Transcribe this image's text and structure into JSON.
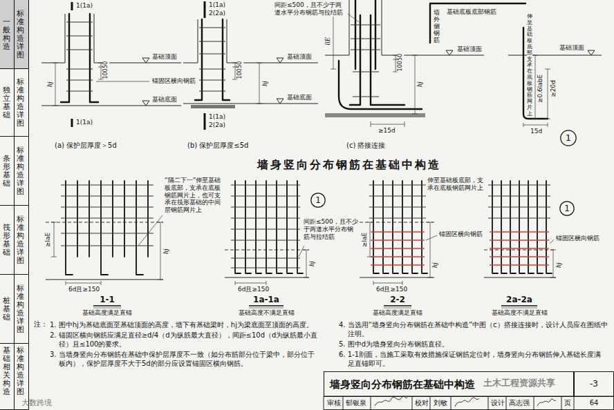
{
  "diagram": {
    "title": "墙身竖向分布钢筋在基础中构造",
    "nodes": [
      {
        "text": [
          "标准构造详图",
          "一般构造"
        ]
      },
      {
        "text": [
          "标准构造详图",
          "独立基础"
        ]
      },
      {
        "text": [
          "标准构造详图",
          "条形基础"
        ]
      },
      {
        "text": [
          "标准构造详图",
          "筏形基础"
        ]
      },
      {
        "text": [
          "标准构造详图",
          "桩基础"
        ]
      },
      {
        "text": [
          "标准构造详图",
          "基础相关构造"
        ]
      },
      {
        "text": [
          "1"
        ]
      },
      {
        "text": [
          "1"
        ]
      },
      {
        "text": [
          "1"
        ]
      },
      {
        "text": [
          "墙身竖向分布钢筋在基础中构造"
        ]
      },
      {
        "text": [
          "-3"
        ]
      }
    ],
    "labels": [
      "1(1a)",
      "1(1a)",
      "50",
      "100",
      "hj",
      "基础顶面",
      "锚固区横向钢筋",
      "基础底面",
      "(a) 保护层厚度＞5d",
      "1(1a)",
      "2(2a)",
      "1(1a)",
      "2(2a)",
      "50",
      "100",
      "hj",
      "基础顶面",
      "基础底面",
      "(b) 保护层厚度≤5d",
      "间距≤500，且不少于两道水平分布钢筋与拉结筋",
      "llE",
      "50",
      "100",
      "hj",
      "≥15d",
      "(c) 搭接连接",
      "墙外侧钢筋",
      "基础底板底部钢筋",
      "基础顶面",
      "基础顶面",
      "伸至基础板底部支承在底板钢筋网片上",
      "≥0.6labE",
      "≥20d",
      "15d",
      "“隔二下一”伸至基础板底部，支承在底板钢筋网片上，也可支承在筏形基础的中间层钢筋网片上",
      "≥laE",
      "hj",
      "6d且≥150",
      "1-1",
      "基础高度满足直锚",
      "间距≤500，且不少于两道水平分布钢筋与拉结筋",
      "hj",
      "6d且≥150",
      "1a-1a",
      "基础高度不满足直锚",
      "伸至基础板底部，支承在底板钢筋网片上",
      "≥laE",
      "hj",
      "锚固区横向钢筋",
      "6d且≥150",
      "2-2",
      "基础高度满足直锚",
      "锚固区横向钢筋",
      "hj",
      "2a-2a",
      "基础高度不满足直锚",
      "注：",
      "1. 图中hj为基础底面至基础顶面的高度，墙下有基础梁时，hj为梁底面至顶面的高度。",
      "2. 锚固区横向钢筋应满足直径≥d/4（d为纵筋最大直径），间距≤10d（d为纵筋最小直径）且≤100的要求。",
      "3. 当墙身竖向分布钢筋在基础中保护层厚度不一致（如分布筋部分位于梁中，部分位于板内），保护层厚度不大于5d的部分应设置锚固区横向钢筋。",
      "4. 当选用“墙身竖向分布钢筋在基础中构造”中图（c）搭接连接时，设计人员应在图纸中注明。",
      "5. 图中d为墙身竖向分布钢筋直径。",
      "6. 1-1剖面，当施工采取有效措施保证钢筋定位时，墙身竖向分布钢筋伸入基础长度满足直锚即可。",
      "土木工程资源共享",
      "审核",
      "郁银泉",
      "校对",
      "刘敏",
      "设计",
      "高志强",
      "页",
      "64",
      "大数跨境"
    ]
  }
}
